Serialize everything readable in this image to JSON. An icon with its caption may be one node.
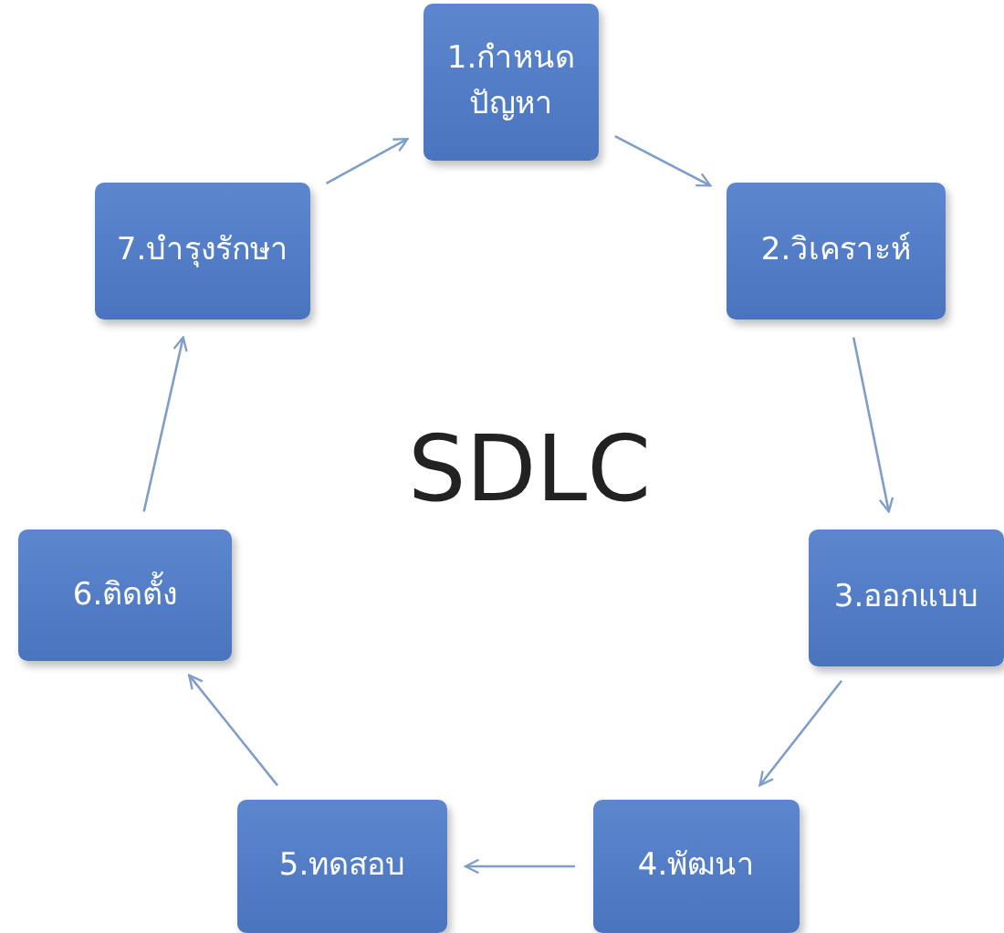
{
  "diagram": {
    "title": "SDLC",
    "nodes": [
      {
        "text": [
          "1.กำหนดปัญหา"
        ]
      },
      {
        "text": [
          "2.วิเคราะห์"
        ]
      },
      {
        "text": [
          "3.ออกแบบ"
        ]
      },
      {
        "text": [
          "4.พัฒนา"
        ]
      },
      {
        "text": [
          "5.ทดสอบ"
        ]
      },
      {
        "text": [
          "6.ติดตั้ง"
        ]
      },
      {
        "text": [
          "7.บำรุงรักษา"
        ]
      }
    ],
    "edges": [
      {
        "from": 0,
        "to": 1,
        "arrow": "to"
      },
      {
        "from": 1,
        "to": 2,
        "arrow": "to"
      },
      {
        "from": 2,
        "to": 3,
        "arrow": "to"
      },
      {
        "from": 3,
        "to": 4,
        "arrow": "to"
      },
      {
        "from": 4,
        "to": 5,
        "arrow": "to"
      },
      {
        "from": 5,
        "to": 6,
        "arrow": "to"
      },
      {
        "from": 6,
        "to": 0,
        "arrow": "to"
      }
    ]
  }
}
